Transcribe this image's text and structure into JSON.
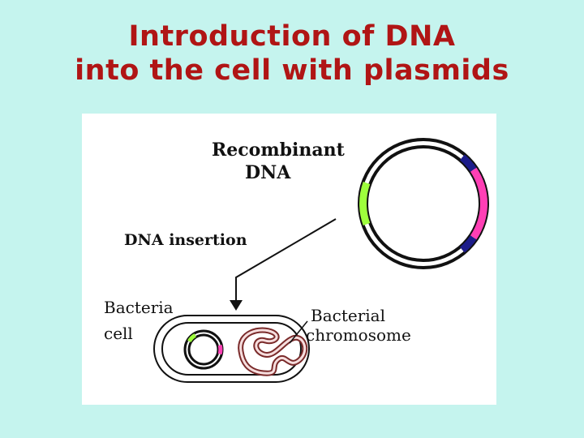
{
  "title": {
    "line1": "Introduction of DNA",
    "line2": "into the cell with plasmids"
  },
  "diagram": {
    "labels": {
      "recombinant_line1": "Recombinant",
      "recombinant_line2": "DNA",
      "dna_insertion": "DNA insertion",
      "bacteria_line1": "Bacteria",
      "bacteria_line2": "cell",
      "chromosome_line1": "Bacterial",
      "chromosome_line2": "chromosome"
    },
    "colors": {
      "background": "#c5f4ee",
      "title": "#b01515",
      "insert_green": "#9eff3c",
      "insert_magenta": "#ff3fb5",
      "insert_navy": "#1c1c8a",
      "chromosome": "#b46a6a"
    }
  }
}
